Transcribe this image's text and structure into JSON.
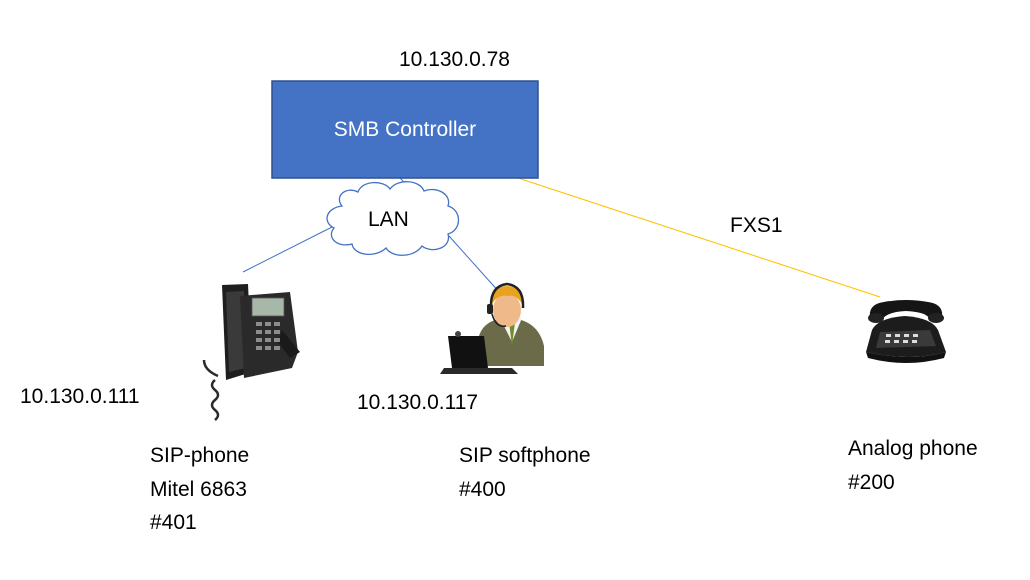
{
  "controller": {
    "ip": "10.130.0.78",
    "label": "SMB Controller",
    "fill_color": "#4472C4",
    "border_color": "#2F528F"
  },
  "network": {
    "cloud_label": "LAN",
    "link_color": "#4472C4",
    "fxs_label": "FXS1",
    "fxs_link_color": "#FFC000"
  },
  "devices": {
    "sip_phone": {
      "icon": "desk-ip-phone-icon",
      "ip": "10.130.0.111",
      "name_line1": "SIP-phone",
      "name_line2": "Mitel 6863",
      "extension": "#401"
    },
    "softphone": {
      "icon": "headset-user-laptop-icon",
      "ip": "10.130.0.117",
      "name": "SIP softphone",
      "extension": "#400"
    },
    "analog_phone": {
      "icon": "analog-telephone-icon",
      "name": "Analog phone",
      "extension": "#200"
    }
  }
}
